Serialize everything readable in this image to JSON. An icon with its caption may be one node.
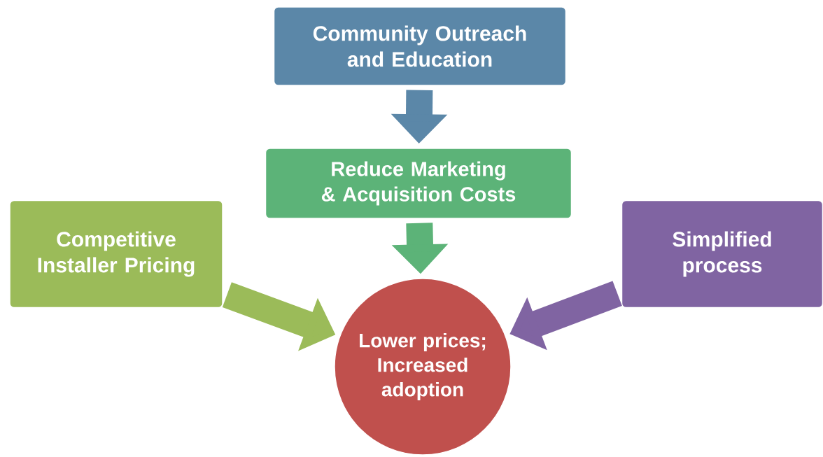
{
  "diagram": {
    "nodes": [
      {
        "text": [
          "Community Outreach and Education"
        ]
      },
      {
        "text": [
          "Reduce Marketing & Acquisition Costs"
        ]
      },
      {
        "text": [
          "Competitive Installer Pricing"
        ]
      },
      {
        "text": [
          "Simplified process"
        ]
      },
      {
        "text": [
          "Lower prices; Increased adoption"
        ]
      }
    ],
    "edges": [
      {
        "from": 0,
        "to": 1,
        "arrow": "to",
        "color": "#5b87a8"
      },
      {
        "from": 1,
        "to": 4,
        "arrow": "to",
        "color": "#5cb378"
      },
      {
        "from": 2,
        "to": 4,
        "arrow": "to",
        "color": "#9bbb59"
      },
      {
        "from": 3,
        "to": 4,
        "arrow": "to",
        "color": "#8064a2"
      }
    ]
  }
}
